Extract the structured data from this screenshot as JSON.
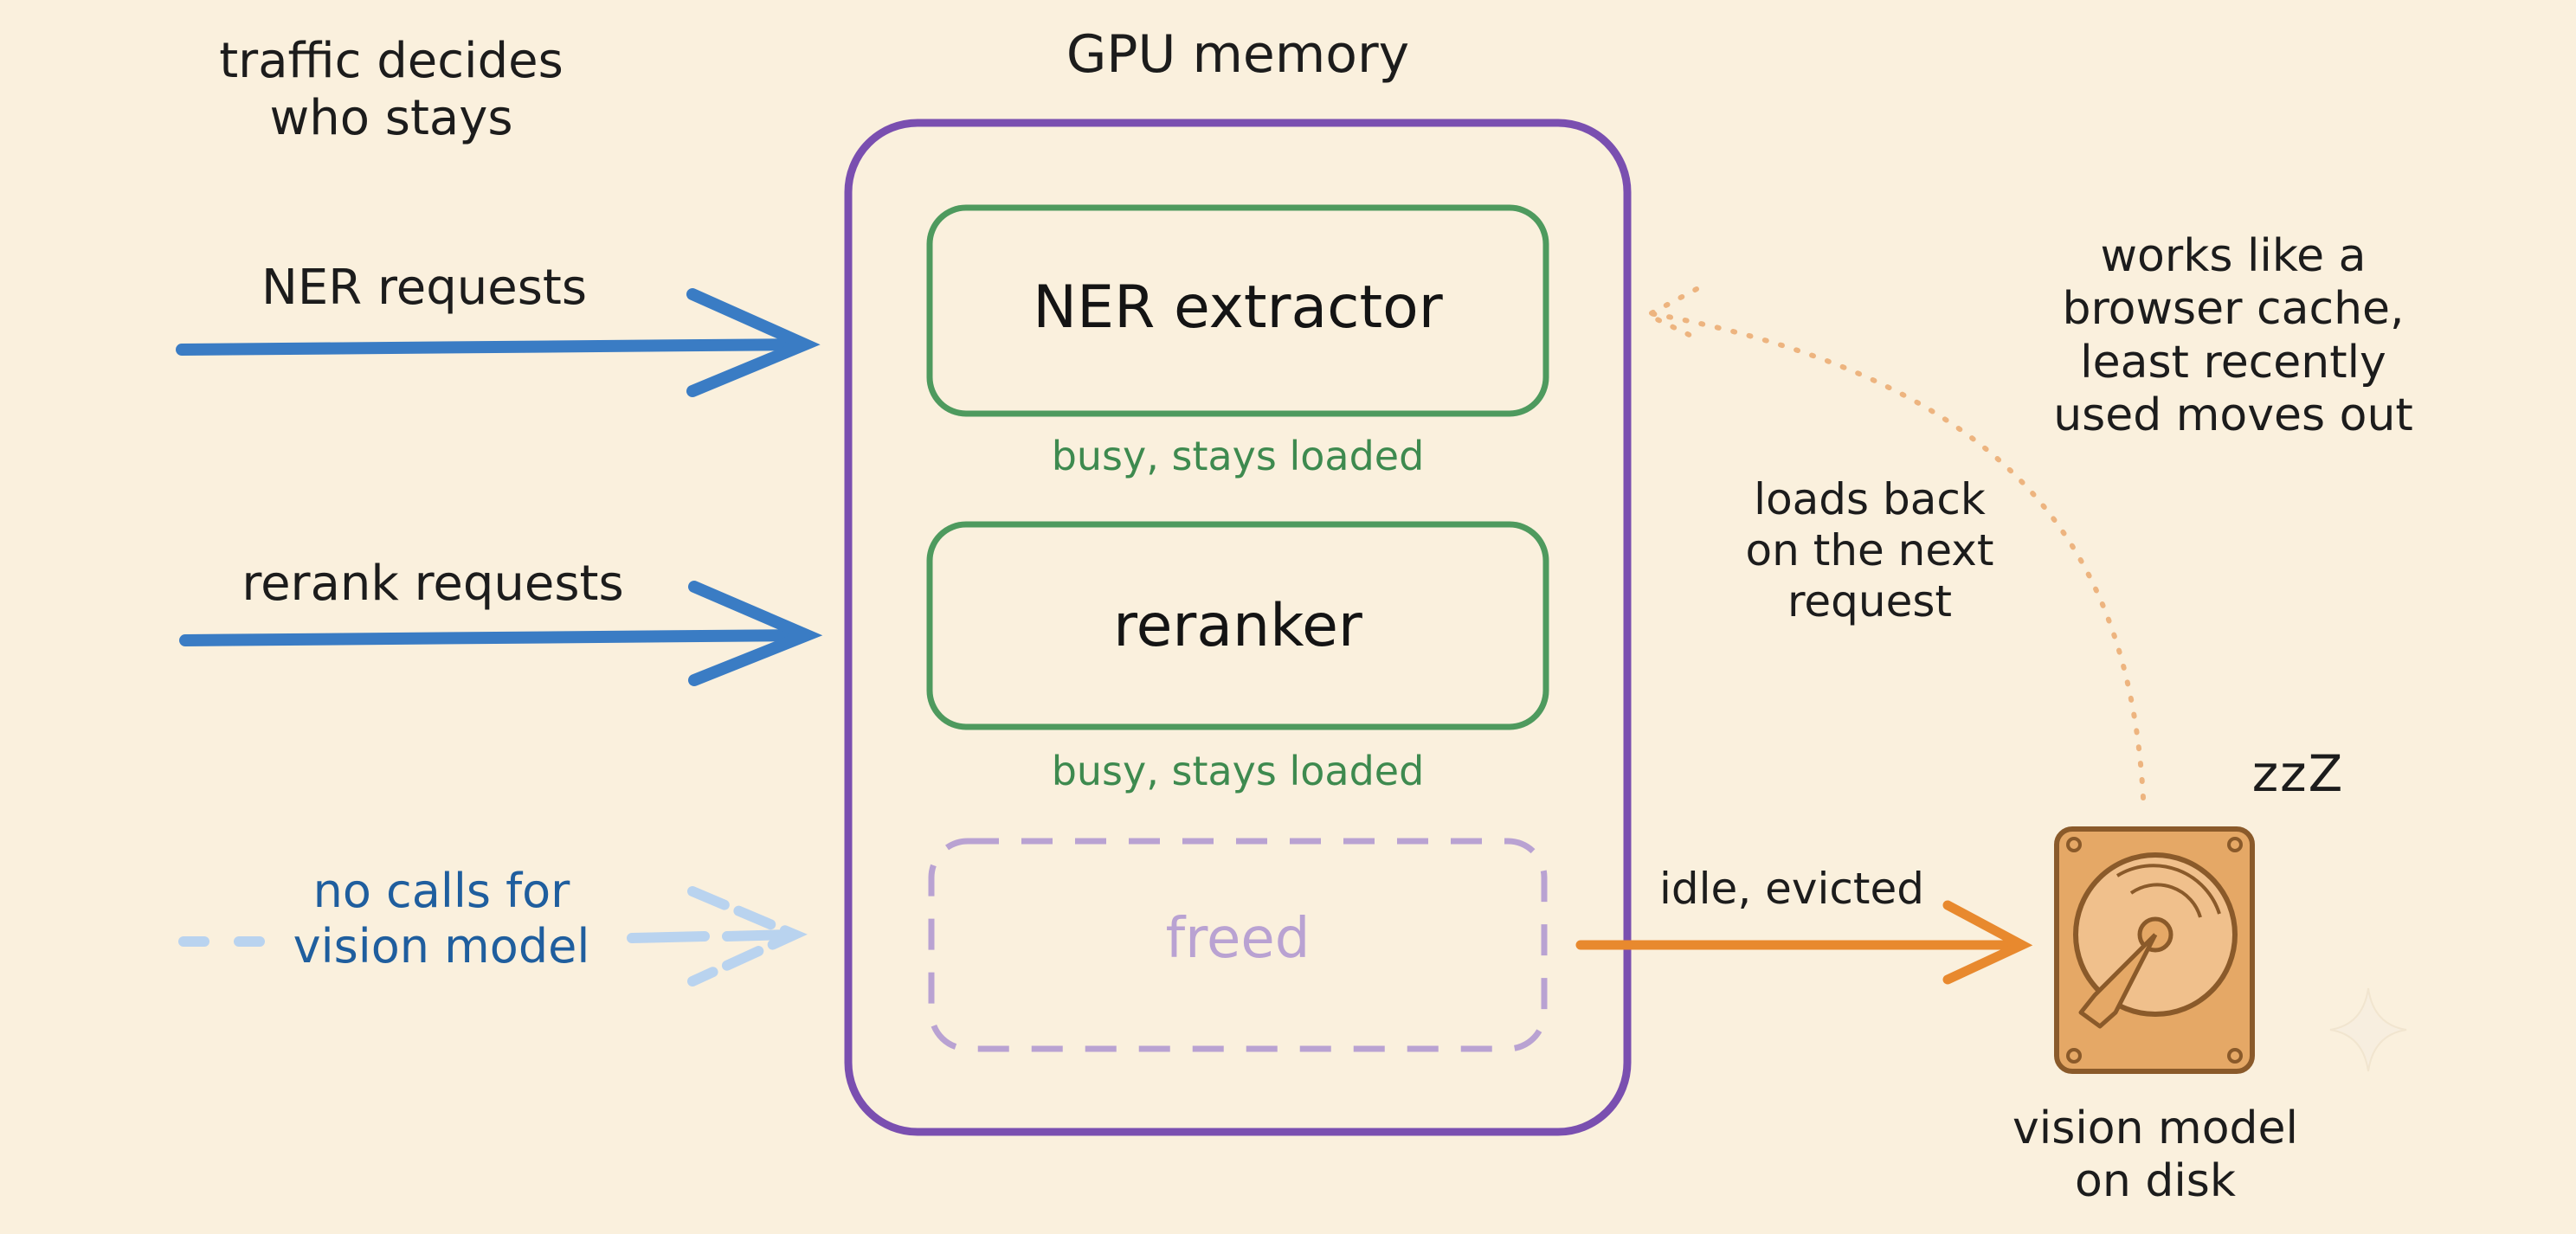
{
  "header": {
    "left_title": [
      "traffic decides",
      "who stays"
    ],
    "center_title": "GPU memory"
  },
  "inputs": {
    "ner_label": "NER requests",
    "rerank_label": "rerank requests",
    "vision_label": [
      "no calls for",
      "vision model"
    ]
  },
  "gpu": {
    "ner_box": "NER extractor",
    "ner_status": "busy, stays loaded",
    "reranker_box": "reranker",
    "reranker_status": "busy, stays loaded",
    "freed_box": "freed"
  },
  "right": {
    "cache_note": [
      "works like a",
      "browser cache,",
      "least recently",
      "used moves out"
    ],
    "reload_note": [
      "loads back",
      "on the next",
      "request"
    ],
    "evict_label": "idle, evicted",
    "sleep": "zzZ",
    "disk_label": [
      "vision model",
      "on disk"
    ]
  },
  "colors": {
    "background": "#faf0dd",
    "gpu_border": "#7a4fb0",
    "active_box": "#4e9a5e",
    "freed_box": "#b9a2d2",
    "arrow_blue": "#3a7cc4",
    "arrow_faded": "#b9d3ef",
    "arrow_orange": "#e8892e",
    "disk_fill": "#e5a866",
    "disk_stroke": "#8a5a2a"
  },
  "icons": [
    "hard-disk-icon",
    "sparkle-icon"
  ]
}
